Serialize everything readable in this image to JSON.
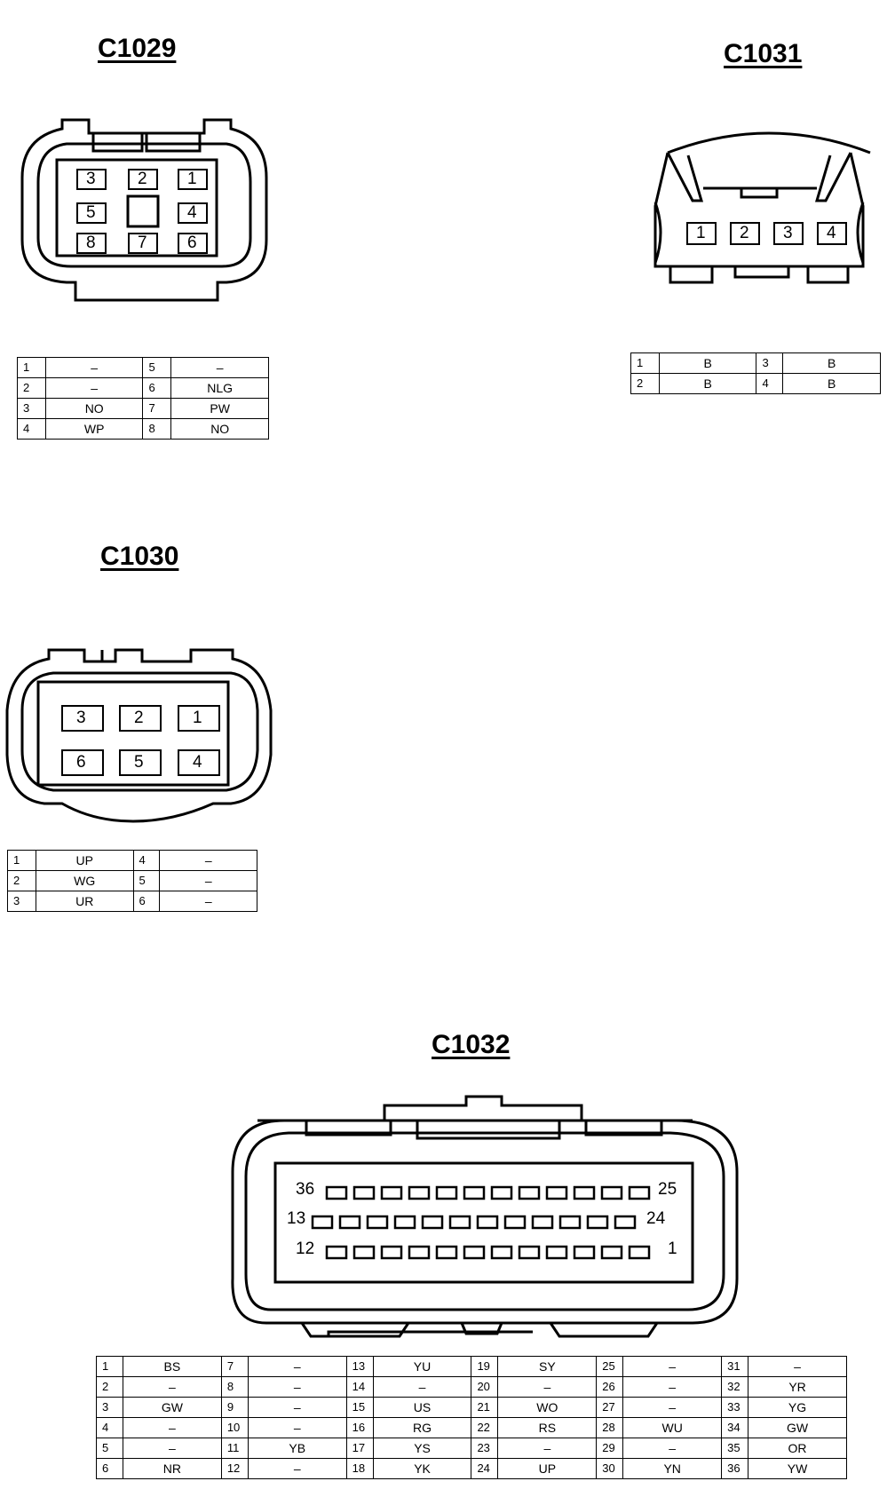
{
  "connectors": {
    "c1029": {
      "title": "C1029",
      "pins": [
        "1",
        "2",
        "3",
        "4",
        "5",
        "6",
        "7",
        "8"
      ],
      "table": [
        [
          [
            "1",
            "–"
          ],
          [
            "5",
            "–"
          ]
        ],
        [
          [
            "2",
            "–"
          ],
          [
            "6",
            "NLG"
          ]
        ],
        [
          [
            "3",
            "NO"
          ],
          [
            "7",
            "PW"
          ]
        ],
        [
          [
            "4",
            "WP"
          ],
          [
            "8",
            "NO"
          ]
        ]
      ]
    },
    "c1031": {
      "title": "C1031",
      "pins": [
        "1",
        "2",
        "3",
        "4"
      ],
      "table": [
        [
          [
            "1",
            "B"
          ],
          [
            "3",
            "B"
          ]
        ],
        [
          [
            "2",
            "B"
          ],
          [
            "4",
            "B"
          ]
        ]
      ]
    },
    "c1030": {
      "title": "C1030",
      "pins": [
        "1",
        "2",
        "3",
        "4",
        "5",
        "6"
      ],
      "table": [
        [
          [
            "1",
            "UP"
          ],
          [
            "4",
            "–"
          ]
        ],
        [
          [
            "2",
            "WG"
          ],
          [
            "5",
            "–"
          ]
        ],
        [
          [
            "3",
            "UR"
          ],
          [
            "6",
            "–"
          ]
        ]
      ]
    },
    "c1032": {
      "title": "C1032",
      "pin_labels": [
        "36",
        "25",
        "13",
        "24",
        "12",
        "1"
      ],
      "table": [
        [
          [
            "1",
            "BS"
          ],
          [
            "7",
            "–"
          ],
          [
            "13",
            "YU"
          ],
          [
            "19",
            "SY"
          ],
          [
            "25",
            "–"
          ],
          [
            "31",
            "–"
          ]
        ],
        [
          [
            "2",
            "–"
          ],
          [
            "8",
            "–"
          ],
          [
            "14",
            "–"
          ],
          [
            "20",
            "–"
          ],
          [
            "26",
            "–"
          ],
          [
            "32",
            "YR"
          ]
        ],
        [
          [
            "3",
            "GW"
          ],
          [
            "9",
            "–"
          ],
          [
            "15",
            "US"
          ],
          [
            "21",
            "WO"
          ],
          [
            "27",
            "–"
          ],
          [
            "33",
            "YG"
          ]
        ],
        [
          [
            "4",
            "–"
          ],
          [
            "10",
            "–"
          ],
          [
            "16",
            "RG"
          ],
          [
            "22",
            "RS"
          ],
          [
            "28",
            "WU"
          ],
          [
            "34",
            "GW"
          ]
        ],
        [
          [
            "5",
            "–"
          ],
          [
            "11",
            "YB"
          ],
          [
            "17",
            "YS"
          ],
          [
            "23",
            "–"
          ],
          [
            "29",
            "–"
          ],
          [
            "35",
            "OR"
          ]
        ],
        [
          [
            "6",
            "NR"
          ],
          [
            "12",
            "–"
          ],
          [
            "18",
            "YK"
          ],
          [
            "24",
            "UP"
          ],
          [
            "30",
            "YN"
          ],
          [
            "36",
            "YW"
          ]
        ]
      ]
    }
  }
}
